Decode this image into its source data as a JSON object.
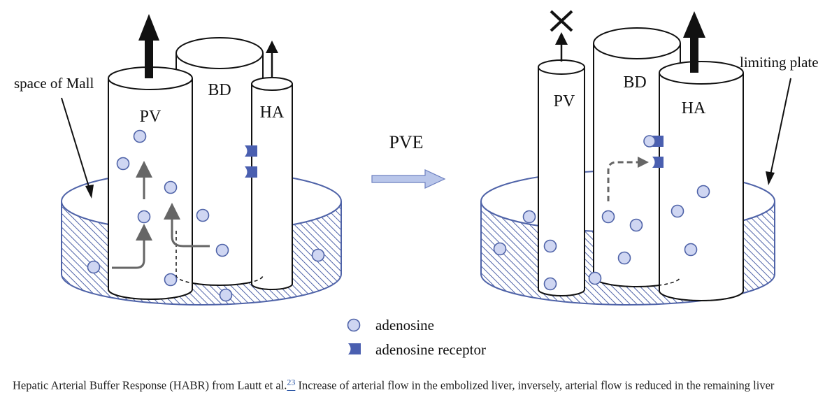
{
  "labels": {
    "left_pv": "PV",
    "left_bd": "BD",
    "left_ha": "HA",
    "space_of_mall": "space of Mall",
    "arrow_label": "PVE",
    "right_pv": "PV",
    "right_bd": "BD",
    "right_ha": "HA",
    "limiting_plate": "limiting plate"
  },
  "legend": {
    "adenosine": "adenosine",
    "receptor": "adenosine receptor"
  },
  "caption": {
    "text_before": "Hepatic Arterial Buffer Response (HABR) from Lautt et al.",
    "ref": "23",
    "text_after": " Increase of arterial flow in the embolized liver, inversely, arterial flow is reduced in the remaining liver"
  },
  "colors": {
    "plate_stroke": "#4f63a8",
    "adenosine_fill": "#cfd6f2",
    "receptor_fill": "#4a5fb0",
    "arrow_fill": "#b9c6ea"
  }
}
